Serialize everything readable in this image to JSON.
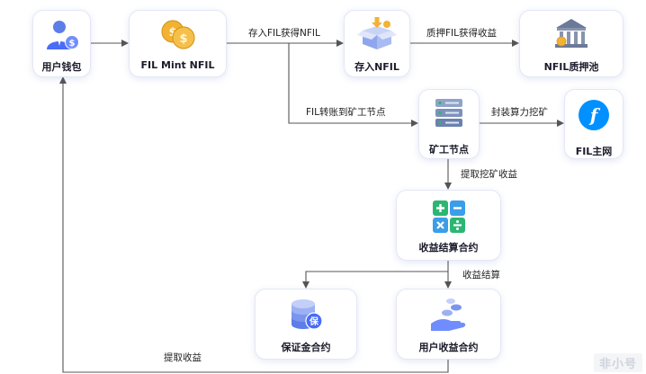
{
  "nodes": {
    "wallet": "用户钱包",
    "mint": "FIL Mint NFIL",
    "deposit": "存入NFIL",
    "pool": "NFIL质押池",
    "miner": "矿工节点",
    "mainnet": "FIL主网",
    "settlement": "收益结算合约",
    "deposit_contract": "保证金合约",
    "user_yield": "用户收益合约"
  },
  "edges": {
    "deposit_fil": "存入FIL获得NFIL",
    "stake": "质押FIL获得收益",
    "transfer": "FIL转账到矿工节点",
    "seal": "封装算力挖矿",
    "withdraw_mining": "提取挖矿收益",
    "settle": "收益结算",
    "withdraw": "提取收益"
  },
  "icons": {
    "wallet": "user-dollar-icon",
    "mint": "coins-icon",
    "deposit": "box-icon",
    "pool": "bank-icon",
    "miner": "server-icon",
    "mainnet": "filecoin-icon",
    "settlement": "calculator-icon",
    "deposit_contract": "coin-stack-icon",
    "user_yield": "hand-coins-icon"
  },
  "watermark": "非小号",
  "colors": {
    "accent": "#4a6cf7",
    "line": "#555555",
    "filecoin": "#0090ff",
    "coin": "#f2b233",
    "green": "#2bb673"
  }
}
